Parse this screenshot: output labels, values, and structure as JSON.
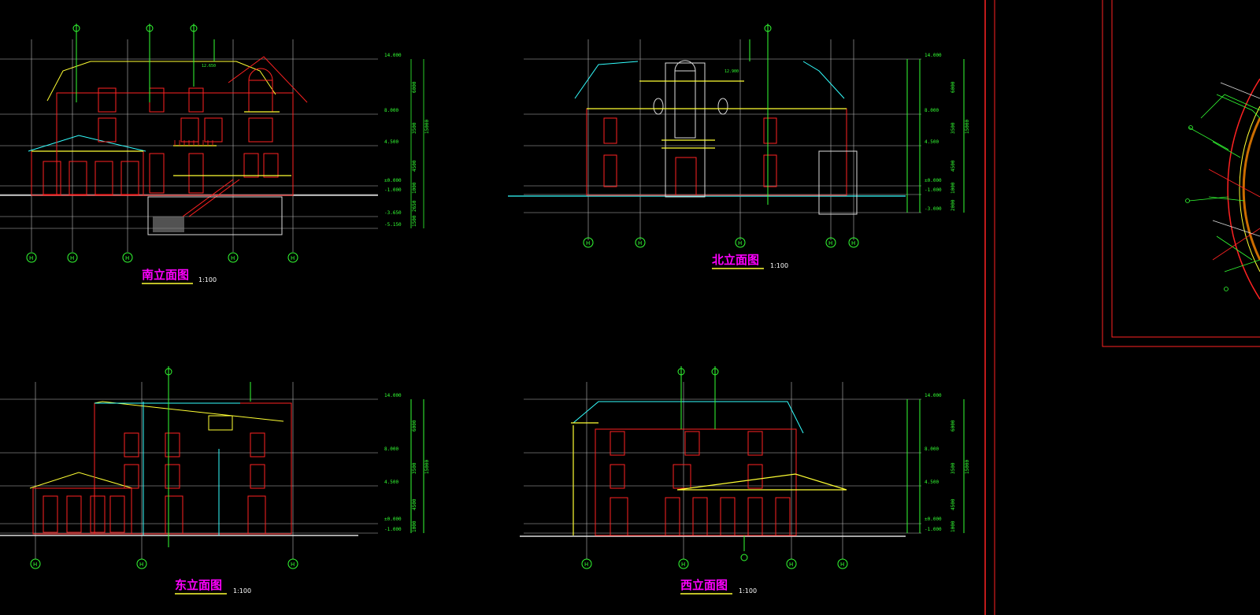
{
  "colors": {
    "background": "#000000",
    "grid": "#ffffff",
    "outline": "#ff2222",
    "accent_yellow": "#ffff33",
    "accent_cyan": "#33ffff",
    "dimension_green": "#33ff33",
    "title_magenta": "#ff33ff",
    "frame_red": "#ff2222",
    "ground": "#dddddd"
  },
  "drawings": {
    "south": {
      "title": "南立面图",
      "scale": "1:100",
      "levels": [
        "14.000",
        "8.000",
        "4.500",
        "±0.000",
        "-1.000",
        "-3.650",
        "-5.150"
      ],
      "dims": [
        "6000",
        "3500",
        "15000",
        "4500",
        "1000",
        "2650",
        "1500"
      ],
      "spot_labels": [
        "12.650"
      ],
      "axes": [
        "H",
        "H",
        "H",
        "H",
        "H"
      ]
    },
    "north": {
      "title": "北立面图",
      "scale": "1:100",
      "levels": [
        "14.000",
        "8.000",
        "4.500",
        "±0.000",
        "-1.000",
        "-3.000"
      ],
      "dims": [
        "6000",
        "3500",
        "15000",
        "4500",
        "1000",
        "2000"
      ],
      "spot_labels": [
        "12.900"
      ],
      "axes": [
        "H",
        "H",
        "H",
        "H",
        "H"
      ]
    },
    "east": {
      "title": "东立面图",
      "scale": "1:100",
      "levels": [
        "14.000",
        "8.000",
        "4.500",
        "±0.000",
        "-1.000"
      ],
      "dims": [
        "6000",
        "3500",
        "15000",
        "4500",
        "1000"
      ],
      "axes": [
        "H",
        "H",
        "H"
      ]
    },
    "west": {
      "title": "西立面图",
      "scale": "1:100",
      "levels": [
        "14.000",
        "8.000",
        "4.500",
        "±0.000",
        "-1.000"
      ],
      "dims": [
        "6000",
        "3500",
        "15000",
        "4500",
        "1000"
      ],
      "axes": [
        "H",
        "H",
        "H",
        "H"
      ]
    }
  }
}
